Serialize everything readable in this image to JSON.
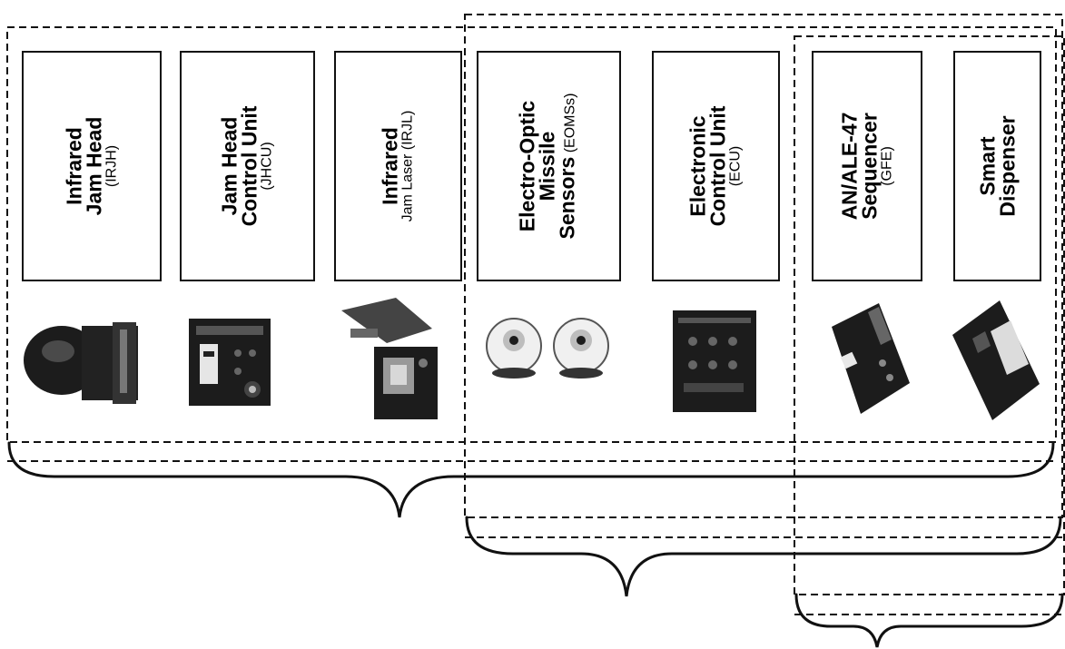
{
  "components": [
    {
      "id": "irjh",
      "lines": [
        {
          "text": "Infrared",
          "style": "bold"
        },
        {
          "text": "Jam Head",
          "style": "bold"
        },
        {
          "text": "(IRJH)",
          "style": "normal"
        }
      ],
      "photo_icon": "jam-head-turret-icon"
    },
    {
      "id": "jhcu",
      "lines": [
        {
          "text": "Jam Head",
          "style": "bold"
        },
        {
          "text": "Control Unit",
          "style": "bold"
        },
        {
          "text": "(JHCU)",
          "style": "normal"
        }
      ],
      "photo_icon": "control-unit-box-icon"
    },
    {
      "id": "irjl",
      "lines": [
        {
          "text": "Infrared",
          "style": "bold"
        },
        {
          "text": "Jam Laser (IRJL)",
          "style": "normal"
        }
      ],
      "photo_icon": "laser-module-icon"
    },
    {
      "id": "eoms",
      "lines": [
        {
          "text": "Electro-Optic",
          "style": "bold"
        },
        {
          "text": "Missile",
          "style": "bold"
        }
      ],
      "mixed_line": {
        "bold": "Sensors",
        "normal": "(EOMSs)"
      },
      "photo_icon": "missile-sensor-pair-icon"
    },
    {
      "id": "ecu",
      "lines": [
        {
          "text": "Electronic",
          "style": "bold"
        },
        {
          "text": "Control Unit",
          "style": "bold"
        },
        {
          "text": "(ECU)",
          "style": "normal"
        }
      ],
      "photo_icon": "electronic-control-unit-icon"
    },
    {
      "id": "sequencer",
      "lines": [
        {
          "text": "AN/ALE-47",
          "style": "bold"
        },
        {
          "text": "Sequencer",
          "style": "bold"
        },
        {
          "text": "(GFE)",
          "style": "normal"
        }
      ],
      "photo_icon": "sequencer-box-icon"
    },
    {
      "id": "dispenser",
      "lines": [
        {
          "text": "Smart",
          "style": "bold"
        },
        {
          "text": "Dispenser",
          "style": "bold"
        }
      ],
      "photo_icon": "dispenser-box-icon"
    }
  ],
  "groupings": [
    {
      "id": "group-1",
      "members": [
        "irjh",
        "jhcu",
        "irjl",
        "eoms",
        "ecu",
        "sequencer",
        "dispenser"
      ],
      "frame_style": "dashed",
      "bracket": "curly-brace"
    },
    {
      "id": "group-2",
      "members": [
        "eoms",
        "ecu",
        "sequencer",
        "dispenser"
      ],
      "frame_style": "dashed",
      "bracket": "curly-brace"
    },
    {
      "id": "group-3",
      "members": [
        "sequencer",
        "dispenser"
      ],
      "frame_style": "dashed",
      "bracket": "curly-brace"
    }
  ],
  "colors": {
    "line": "#111111",
    "box_fill": "#ffffff",
    "photo_dark": "#1c1c1c",
    "photo_mid": "#555555"
  }
}
